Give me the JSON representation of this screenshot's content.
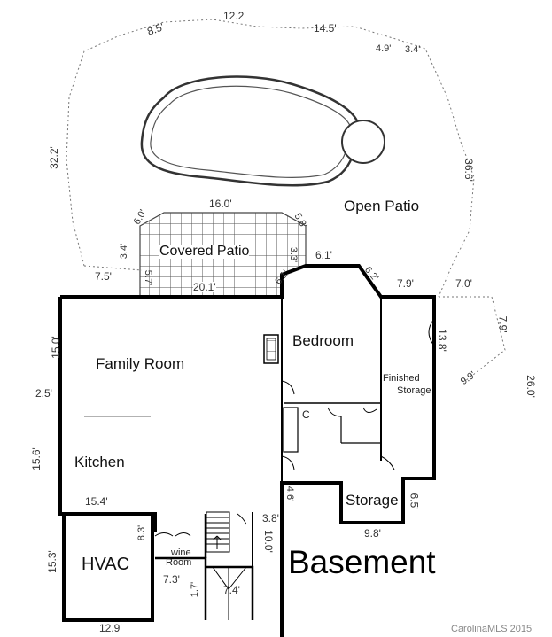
{
  "rooms": {
    "open_patio": "Open Patio",
    "covered_patio": "Covered Patio",
    "bedroom": "Bedroom",
    "finished_storage_line1": "Finished",
    "finished_storage_line2": "Storage",
    "family_room": "Family Room",
    "kitchen": "Kitchen",
    "storage": "Storage",
    "hvac": "HVAC",
    "wine_room_line1": "wine",
    "wine_room_line2": "Room",
    "closet_label": "C"
  },
  "title": "Basement",
  "credit": "CarolinaMLS 2015",
  "dimensions": {
    "d_8_5": "8.5'",
    "d_12_2": "12.2'",
    "d_14_5": "14.5'",
    "d_4_9": "4.9'",
    "d_3_4_top": "3.4'",
    "d_32_2": "32.2'",
    "d_36_6": "36.6'",
    "d_16_0": "16.0'",
    "d_6_0": "6.0'",
    "d_5_8": "5.8'",
    "d_3_4_left": "3.4'",
    "d_3_3": "3.3'",
    "d_5_7": "5.7'",
    "d_6_1_top": "6.1'",
    "d_7_5": "7.5'",
    "d_20_1": "20.1'",
    "d_6_1_diag": "6.1'",
    "d_6_2": "6.2'",
    "d_7_9_top": "7.9'",
    "d_7_0": "7.0'",
    "d_7_9_side": "7.9'",
    "d_9_9": "9.9'",
    "d_13_8": "13.8'",
    "d_26_0": "26.0'",
    "d_15_0": "15.0'",
    "d_2_5": "2.5'",
    "d_15_6": "15.6'",
    "d_15_4": "15.4'",
    "d_4_6": "4.6'",
    "d_6_5": "6.5'",
    "d_9_8": "9.8'",
    "d_3_8": "3.8'",
    "d_10_0": "10.0'",
    "d_8_3": "8.3'",
    "d_15_3": "15.3'",
    "d_7_3": "7.3'",
    "d_1_7": "1.7'",
    "d_7_4": "7.4'",
    "d_12_9": "12.9'"
  }
}
